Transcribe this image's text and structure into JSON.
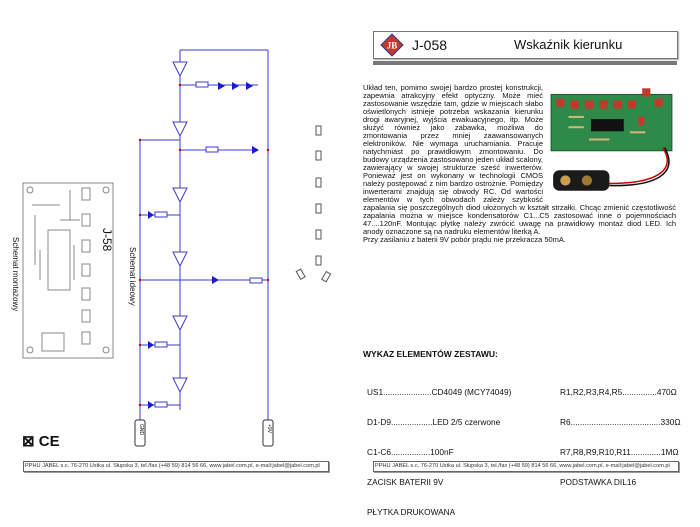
{
  "header": {
    "code": "J-058",
    "title": "Wskaźnik kierunku",
    "logo_text": "JB"
  },
  "description": {
    "intro": "Układ ten, pomimo swojej bardzo prostej konstrukcji, zapewnia atrakcyjny efekt optyczny. Może mieć zastosowanie wszędzie tam, gdzie w miejscach słabo oświetlonych istnieje potrzeba wskazania kierunku drogi awaryjnej, wyjścia ewakuacyjnego, itp. Może służyć również jako zabawka, możliwa do zmontowania przez mniej zaawansowanych elektroników. Nie wymaga uruchamiania. Pracuje natychmiast po prawidłowym zmontowaniu. Do budowy urządzenia zastosowano jeden układ scalony, zawierający w swojej strukturze sześć inwerterów. Ponieważ jest on wykonany w",
    "continued": "technologii CMOS należy postępować z nim bardzo ostrożnie. Pomiędzy inwerterami znajdują się obwody RC. Od wartości elementów w tych obwodach zależy szybkość zapalania się poszczególnych diod ułożonych w kształt strzałki. Chcąc zmienić częstotliwość zapalania można w miejsce kondensatorów C1...C5 zastosować inne o pojemnościach 47....120nF. Montując płytkę należy zwrócić uwagę na prawidłowy montaż diod LED. Ich anody oznaczone są na nadruku elementów literką A.",
    "power": "Przy zasilaniu z baterii 9V pobór prądu nie przekracza 50mA."
  },
  "parts": {
    "heading": "WYKAZ ELEMENTÓW ZESTAWU:",
    "left": [
      "US1.....................CD4049 (MCY74049)",
      "D1-D9..................LED 2/5 czerwone",
      "C1-C6.................100nF",
      "ZACISK BATERII 9V",
      "PŁYTKA DRUKOWANA"
    ],
    "right": [
      "R1,R2,R3,R4,R5...............470Ω",
      "R6.......................................330Ω",
      "R7,R8,R9,R10,R11.............1MΩ",
      "PODSTAWKA DIL16"
    ]
  },
  "left_page": {
    "assembly_label": "Schemat montażowy",
    "schematic_label": "Schemat ideowy",
    "board_label": "J-58",
    "gnd_label": "GND",
    "vcc_label": "+9V"
  },
  "footer": "PPHU JABEL s.c. 76-270 Ustka ul. Słupska 3, tel./fax (+48 59) 814 56 66, www.jabel.com.pl, e-mail:jabel@jabel.com.pl",
  "colors": {
    "wire": "#3a3ad0",
    "node": "#c00000",
    "logo": "#c0392b",
    "pcb": "#2f8a4a"
  }
}
